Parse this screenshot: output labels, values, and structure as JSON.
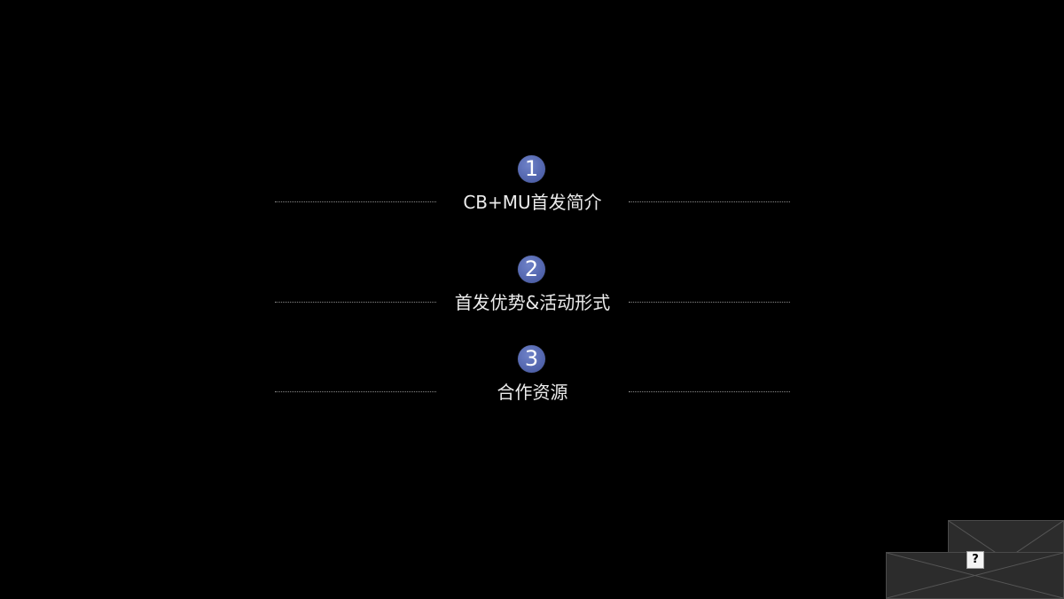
{
  "agenda": {
    "items": [
      {
        "number": "1",
        "label": "CB+MU首发简介"
      },
      {
        "number": "2",
        "label": "首发优势&活动形式"
      },
      {
        "number": "3",
        "label": "合作资源"
      }
    ]
  },
  "broken_image": {
    "icon": "broken-image-icon",
    "glyph": "?"
  },
  "colors": {
    "background": "#000000",
    "badge": "#5568b0",
    "text": "#ececec"
  }
}
